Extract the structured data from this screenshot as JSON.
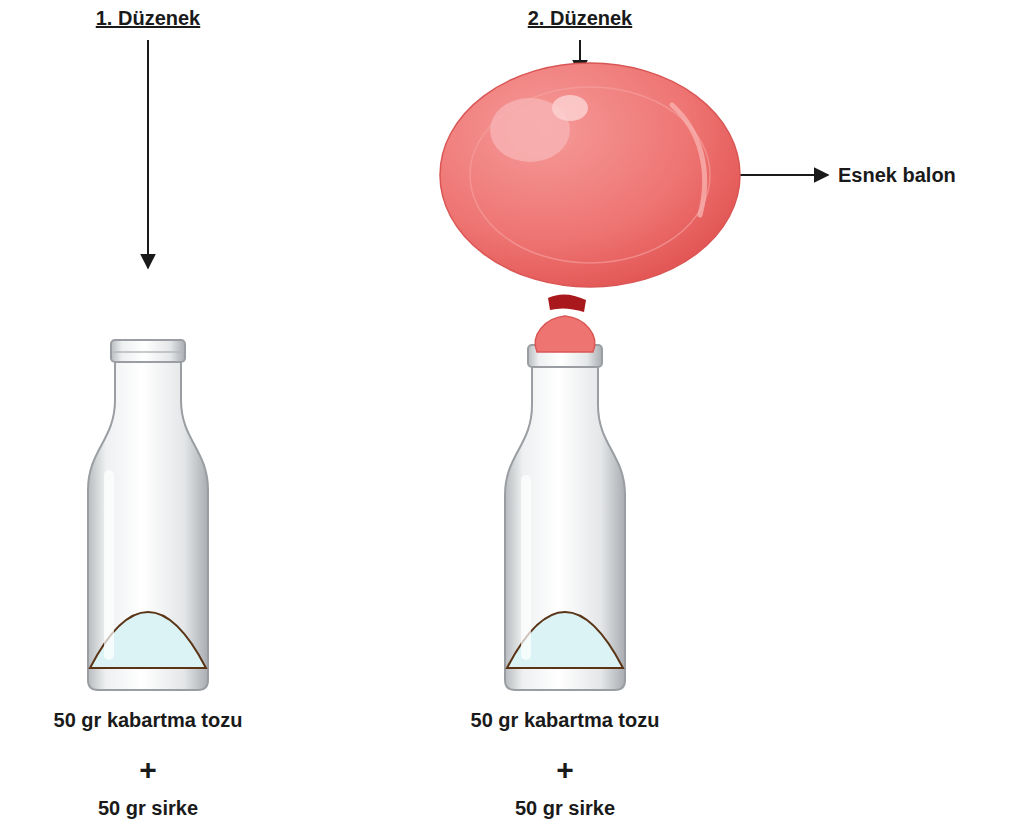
{
  "diagram": {
    "labels": [
      "1. Düzenek",
      "2. Düzenek",
      "Esnek balon",
      "50 gr kabartma tozu",
      "+",
      "50 gr sirke",
      "50 gr kabartma tozu",
      "+",
      "50 gr sirke"
    ]
  }
}
